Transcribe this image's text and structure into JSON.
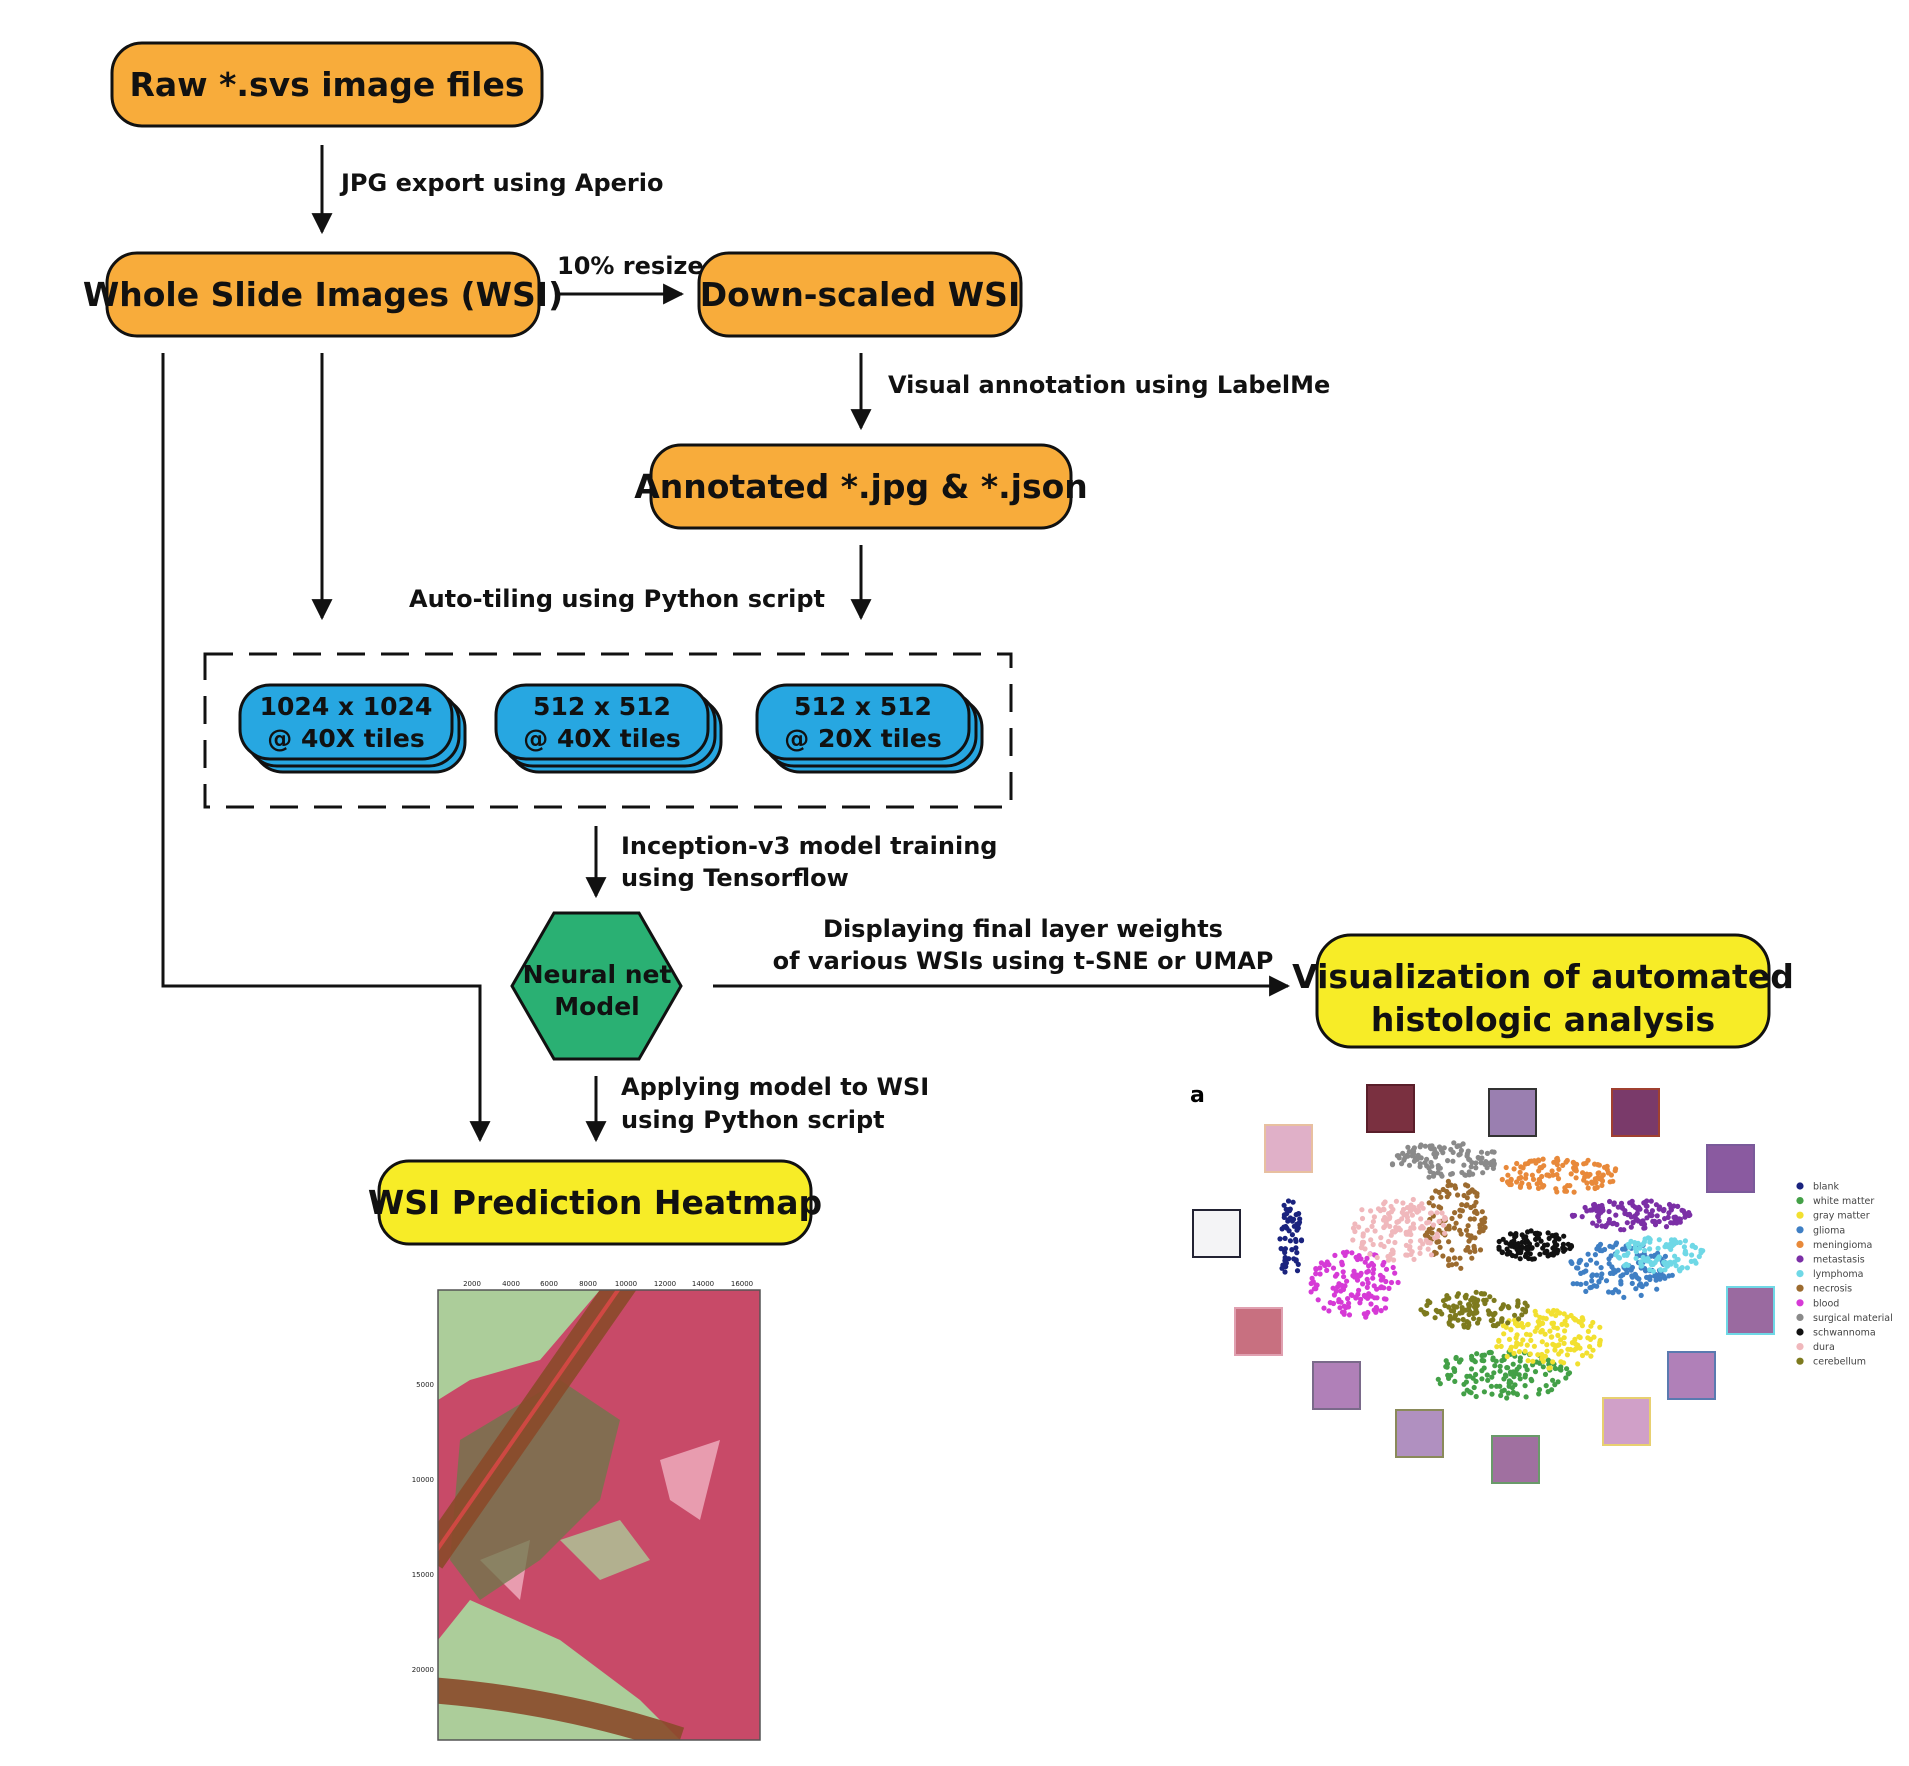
{
  "nodes": {
    "raw": "Raw *.svs image files",
    "wsi": "Whole Slide Images (WSI)",
    "downscaled": "Down-scaled WSI",
    "annotated": "Annotated *.jpg & *.json",
    "tile1": [
      "1024 x 1024",
      "@ 40X tiles"
    ],
    "tile2": [
      "512 x 512",
      "@ 40X tiles"
    ],
    "tile3": [
      "512 x 512",
      "@ 20X tiles"
    ],
    "neural": [
      "Neural net",
      "Model"
    ],
    "heatmap": "WSI Prediction Heatmap",
    "viz": [
      "Visualization of automated",
      "histologic analysis"
    ]
  },
  "edges": {
    "jpg_export": "JPG export using Aperio",
    "resize": "10% resize",
    "labelme": "Visual annotation using LabelMe",
    "autotiling": "Auto-tiling using Python script",
    "training": [
      "Inception-v3 model training",
      "using Tensorflow"
    ],
    "displaying": [
      "Displaying final layer weights",
      "of various WSIs using t-SNE or UMAP"
    ],
    "applying": [
      "Applying model to WSI",
      "using Python script"
    ]
  },
  "heatmap_axes": {
    "x_ticks": [
      "2000",
      "4000",
      "6000",
      "8000",
      "10000",
      "12000",
      "14000",
      "16000"
    ],
    "y_ticks": [
      "5000",
      "10000",
      "15000",
      "20000"
    ]
  },
  "tsne": {
    "panel_label": "a",
    "legend": [
      {
        "label": "blank",
        "color": "#1a237e"
      },
      {
        "label": "white matter",
        "color": "#43a047"
      },
      {
        "label": "gray matter",
        "color": "#f2e030"
      },
      {
        "label": "glioma",
        "color": "#3f7fc4"
      },
      {
        "label": "meningioma",
        "color": "#e8893a"
      },
      {
        "label": "metastasis",
        "color": "#7b2fa6"
      },
      {
        "label": "lymphoma",
        "color": "#6fd8e6"
      },
      {
        "label": "necrosis",
        "color": "#9c6b2f"
      },
      {
        "label": "blood",
        "color": "#d63ad6"
      },
      {
        "label": "surgical material",
        "color": "#8a8a8a"
      },
      {
        "label": "schwannoma",
        "color": "#111111"
      },
      {
        "label": "dura",
        "color": "#f0b8bc"
      },
      {
        "label": "cerebellum",
        "color": "#7d7a1e"
      }
    ]
  },
  "colors": {
    "orange_box": "#f8ac3b",
    "yellow_box": "#f7ec27",
    "blue_tile": "#27a7e1",
    "green_hex": "#2ab073"
  }
}
